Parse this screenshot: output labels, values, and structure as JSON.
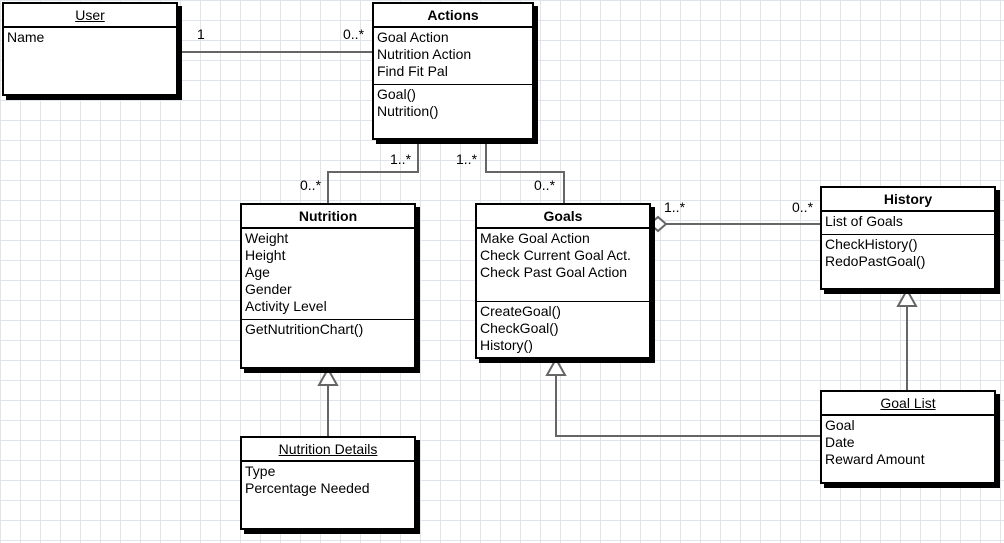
{
  "classes": {
    "user": {
      "name": "User",
      "attributes": [
        "Name"
      ],
      "operations": []
    },
    "actions": {
      "name": "Actions",
      "attributes": [
        "Goal Action",
        "Nutrition Action",
        "Find Fit Pal"
      ],
      "operations": [
        "Goal()",
        "Nutrition()"
      ]
    },
    "nutrition": {
      "name": "Nutrition",
      "attributes": [
        "Weight",
        "Height",
        "Age",
        "Gender",
        "Activity Level"
      ],
      "operations": [
        "GetNutritionChart()"
      ]
    },
    "goals": {
      "name": "Goals",
      "attributes": [
        "Make Goal Action",
        "Check Current Goal Act.",
        "Check Past Goal Action"
      ],
      "operations": [
        "CreateGoal()",
        "CheckGoal()",
        "History()"
      ]
    },
    "history": {
      "name": "History",
      "attributes": [
        "List of Goals"
      ],
      "operations": [
        "CheckHistory()",
        "RedoPastGoal()"
      ]
    },
    "nutrition_details": {
      "name": "Nutrition Details",
      "attributes": [
        "Type",
        "Percentage Needed"
      ]
    },
    "goal_list": {
      "name": "Goal List",
      "attributes": [
        "Goal",
        "Date",
        "Reward Amount"
      ]
    }
  },
  "multiplicities": {
    "user_actions_user_end": "1",
    "user_actions_actions_end": "0..*",
    "actions_nutrition_actions_end": "1..*",
    "actions_nutrition_nutrition_end": "0..*",
    "actions_goals_actions_end": "1..*",
    "actions_goals_goals_end": "0..*",
    "goals_history_goals_end": "1..*",
    "goals_history_history_end": "0..*"
  },
  "relationships": [
    {
      "type": "association",
      "from": "User",
      "to": "Actions"
    },
    {
      "type": "association",
      "from": "Actions",
      "to": "Nutrition"
    },
    {
      "type": "association",
      "from": "Actions",
      "to": "Goals"
    },
    {
      "type": "aggregation",
      "from": "Goals",
      "to": "History"
    },
    {
      "type": "generalization",
      "from": "Nutrition Details",
      "to": "Nutrition"
    },
    {
      "type": "generalization",
      "from": "Goal List",
      "to": "History"
    },
    {
      "type": "generalization",
      "from": "Goal List",
      "to": "Goals"
    }
  ]
}
